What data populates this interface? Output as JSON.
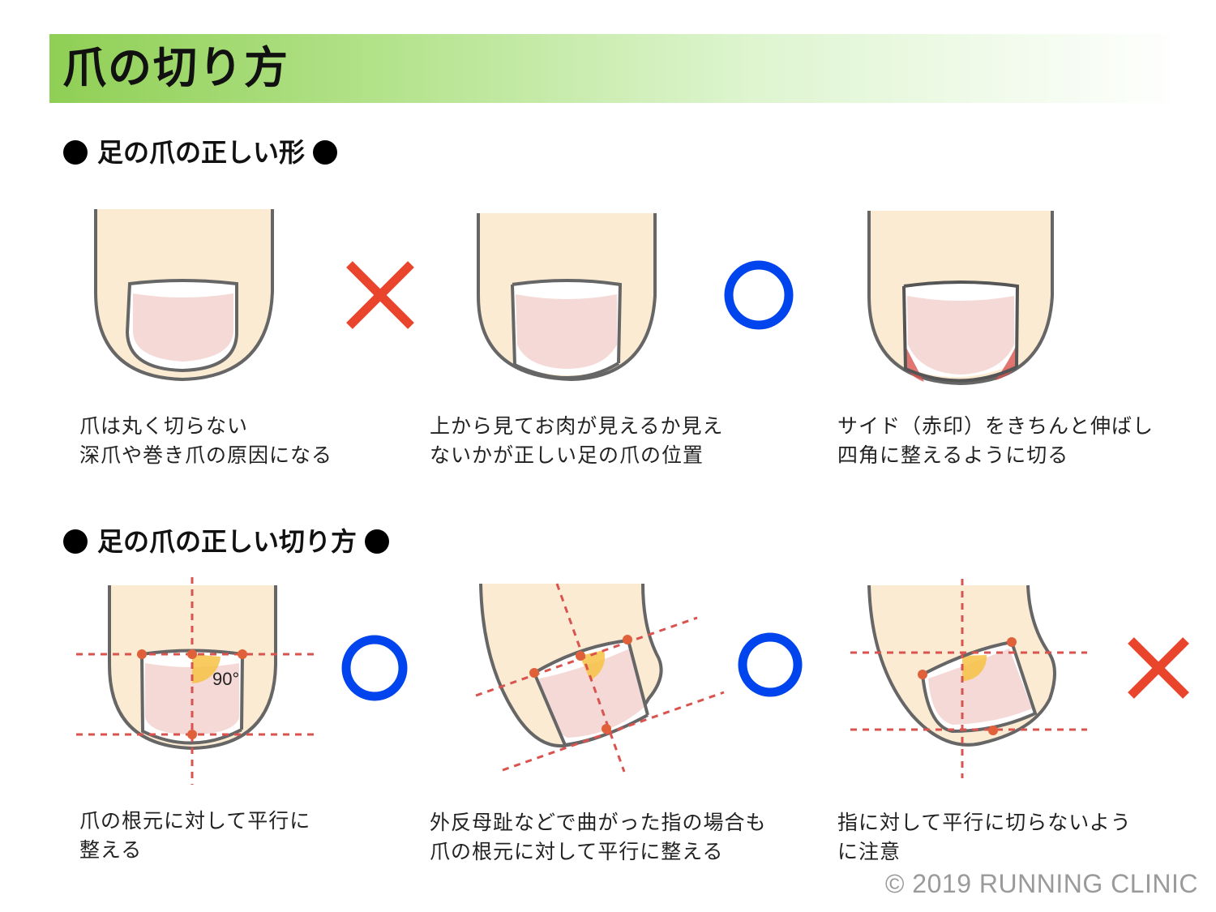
{
  "title": "爪の切り方",
  "sections": [
    {
      "heading": "足の爪の正しい形",
      "items": [
        {
          "verdict": "incorrect",
          "mark": "×",
          "caption": [
            "爪は丸く切らない",
            "深爪や巻き爪の原因になる"
          ]
        },
        {
          "verdict": "correct",
          "mark": "○",
          "caption": [
            "上から見てお肉が見えるか見え",
            "ないかが正しい足の爪の位置"
          ]
        },
        {
          "verdict": "illustration",
          "mark": "",
          "caption": [
            "サイド（赤印）をきちんと伸ばし",
            "四角に整えるように切る"
          ]
        }
      ]
    },
    {
      "heading": "足の爪の正しい切り方",
      "items": [
        {
          "verdict": "correct",
          "mark": "○",
          "angle_label": "90°",
          "caption": [
            "爪の根元に対して平行に",
            "整える"
          ]
        },
        {
          "verdict": "correct",
          "mark": "○",
          "caption": [
            "外反母趾などで曲がった指の場合も",
            "爪の根元に対して平行に整える"
          ]
        },
        {
          "verdict": "incorrect",
          "mark": "×",
          "caption": [
            "指に対して平行に切らないよう",
            "に注意"
          ]
        }
      ]
    }
  ],
  "copyright": "© 2019 RUNNING CLINIC",
  "colors": {
    "skin": "#fbebd3",
    "nail": "#f4d9d6",
    "outline": "#666666",
    "guide": "#d9534f",
    "point": "#e0603a",
    "angle": "#f6c244",
    "side_mark": "#d9534f",
    "correct": "#0044ee",
    "incorrect": "#e8452c",
    "title_green": "#8fcf55"
  }
}
